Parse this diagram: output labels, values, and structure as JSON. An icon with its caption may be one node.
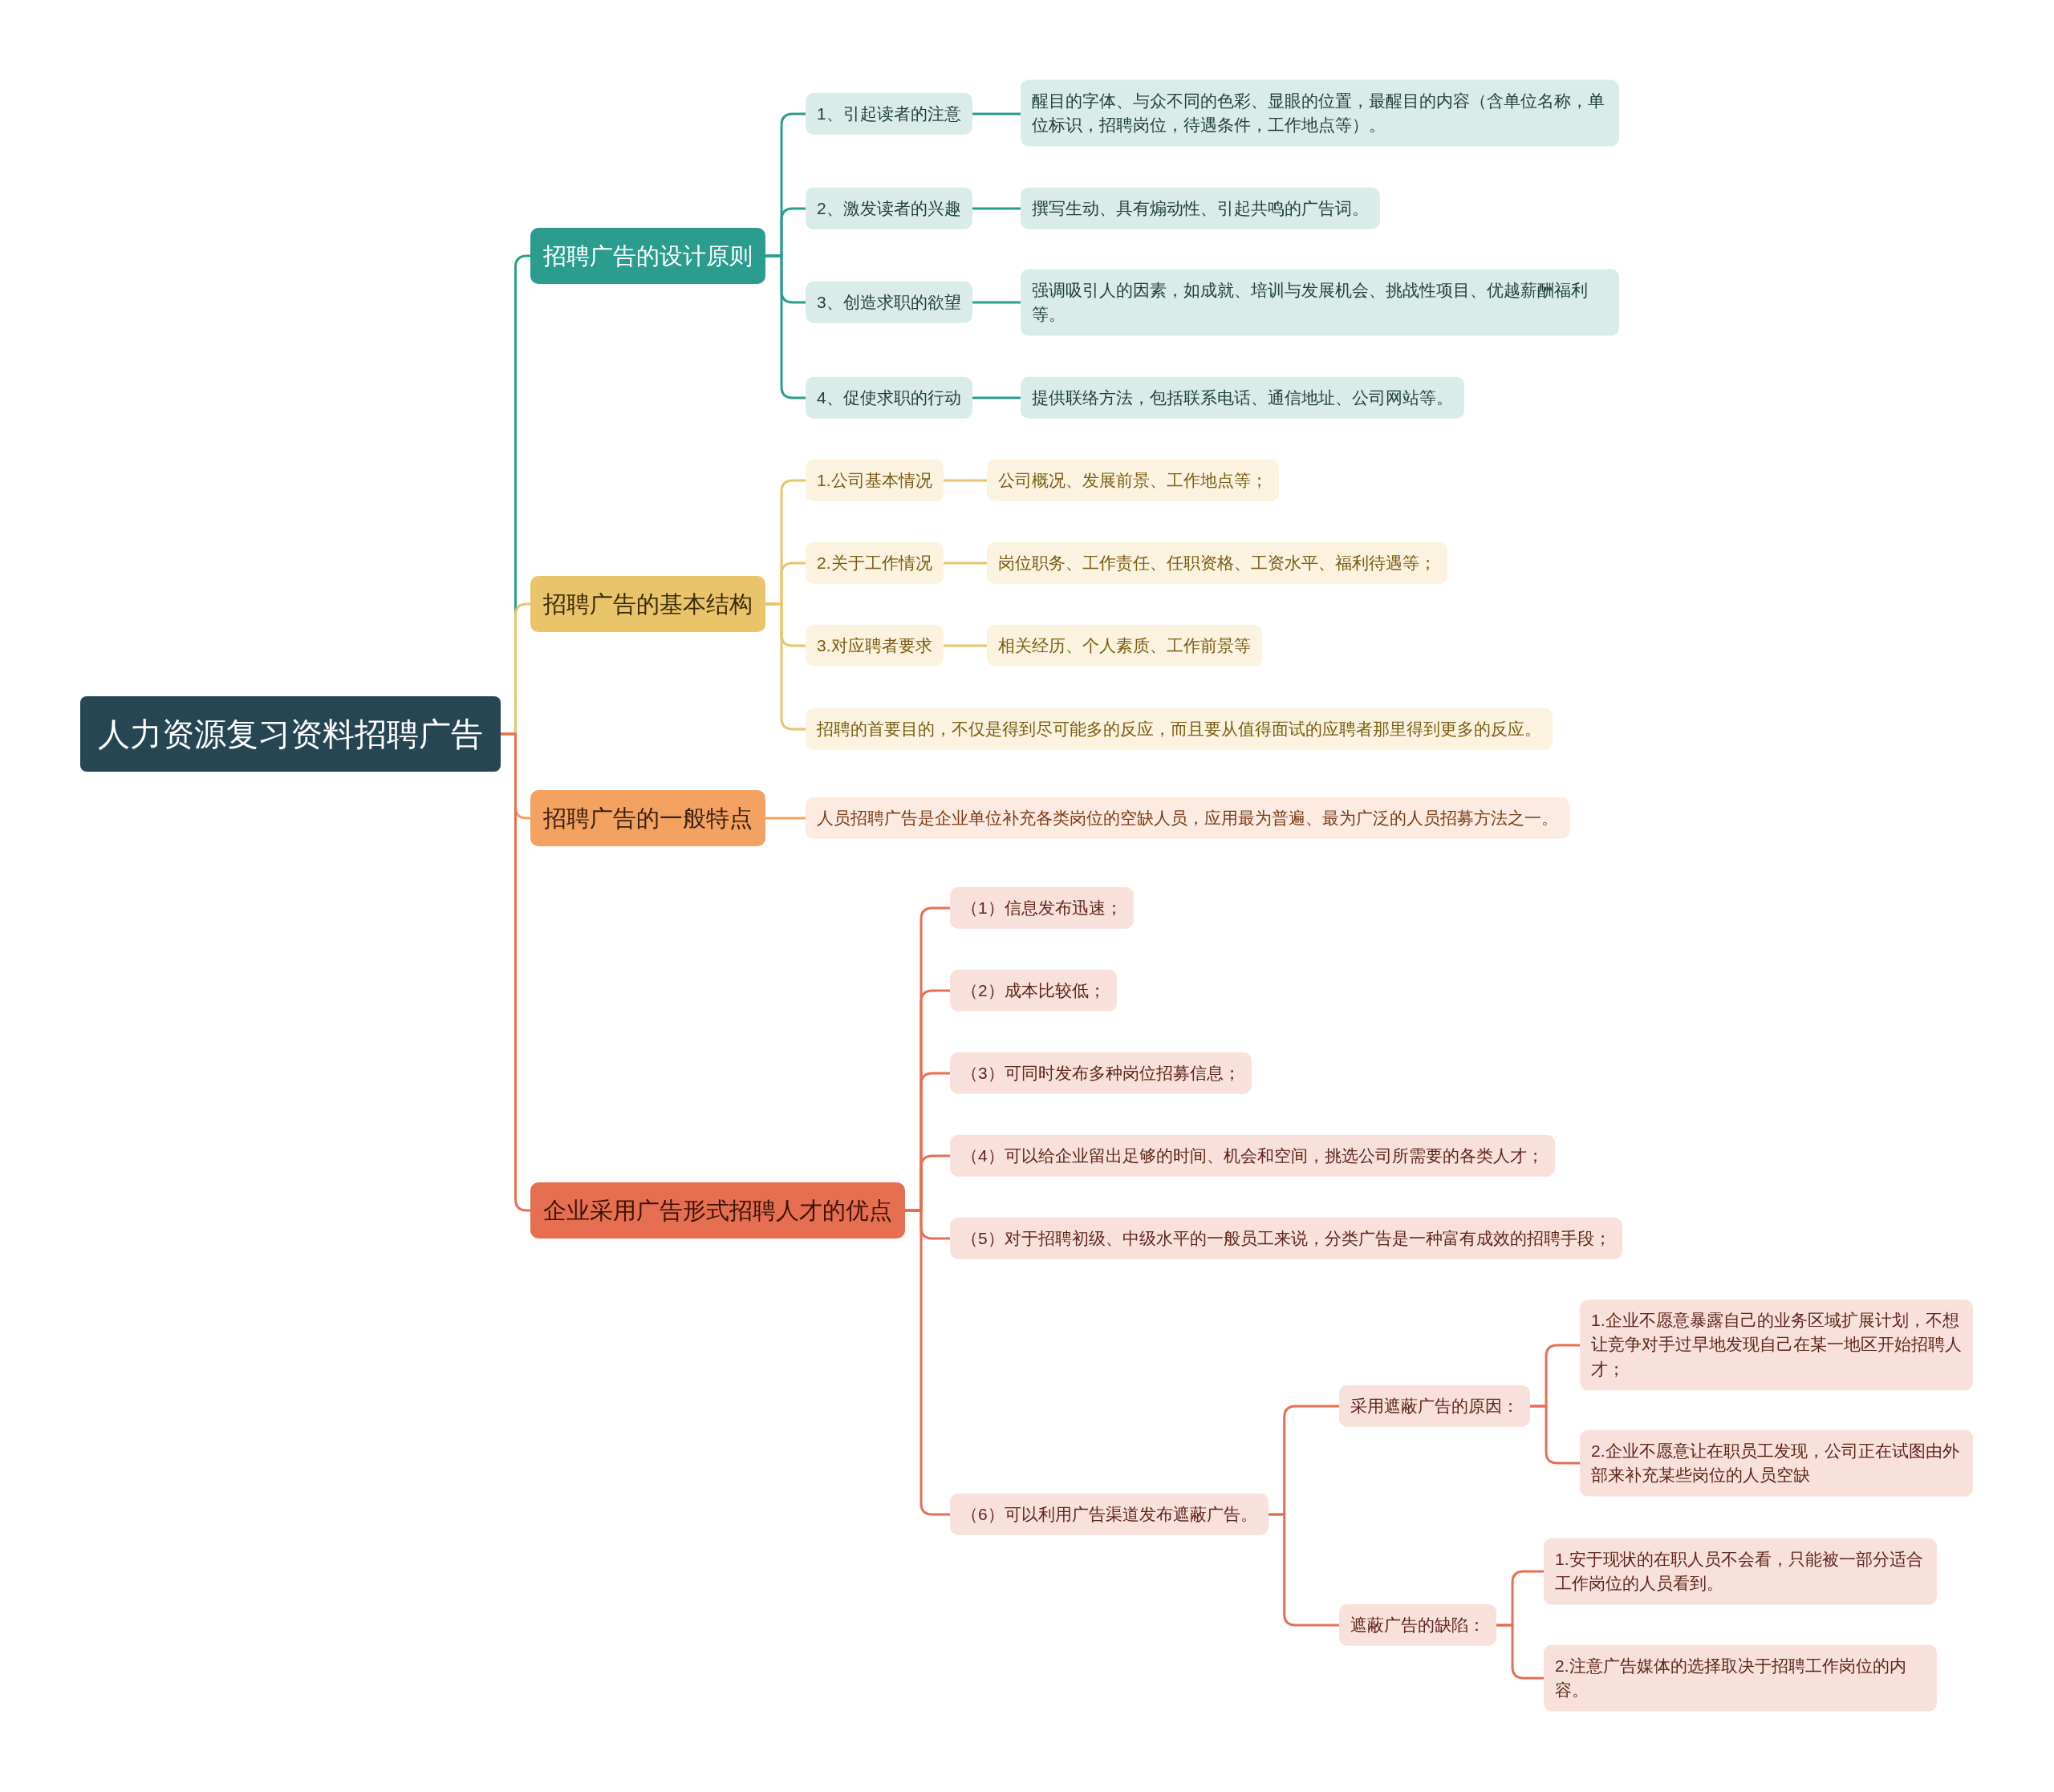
{
  "diagram": {
    "nodes": [
      {
        "text": [
          "人力资源复习资料招聘广告"
        ]
      },
      {
        "text": [
          "招聘广告的设计原则"
        ]
      },
      {
        "text": [
          "1、引起读者的注意"
        ]
      },
      {
        "text": [
          "醒目的字体、与众不同的色彩、显眼的位置，最醒目的内容（含单位名称，单位标识，招聘岗位，待遇条件，工作地点等）。"
        ]
      },
      {
        "text": [
          "2、激发读者的兴趣"
        ]
      },
      {
        "text": [
          "撰写生动、具有煽动性、引起共鸣的广告词。"
        ]
      },
      {
        "text": [
          "3、创造求职的欲望"
        ]
      },
      {
        "text": [
          "强调吸引人的因素，如成就、培训与发展机会、挑战性项目、优越薪酬福利等。"
        ]
      },
      {
        "text": [
          "4、促使求职的行动"
        ]
      },
      {
        "text": [
          "提供联络方法，包括联系电话、通信地址、公司网站等。"
        ]
      },
      {
        "text": [
          "招聘广告的基本结构"
        ]
      },
      {
        "text": [
          "1.公司基本情况"
        ]
      },
      {
        "text": [
          "公司概况、发展前景、工作地点等；"
        ]
      },
      {
        "text": [
          "2.关于工作情况"
        ]
      },
      {
        "text": [
          "岗位职务、工作责任、任职资格、工资水平、福利待遇等；"
        ]
      },
      {
        "text": [
          "3.对应聘者要求"
        ]
      },
      {
        "text": [
          "相关经历、个人素质、工作前景等"
        ]
      },
      {
        "text": [
          "招聘的首要目的，不仅是得到尽可能多的反应，而且要从值得面试的应聘者那里得到更多的反应。"
        ]
      },
      {
        "text": [
          "招聘广告的一般特点"
        ]
      },
      {
        "text": [
          "人员招聘广告是企业单位补充各类岗位的空缺人员，应用最为普遍、最为广泛的人员招募方法之一。"
        ]
      },
      {
        "text": [
          "企业采用广告形式招聘人才的优点"
        ]
      },
      {
        "text": [
          "（1）信息发布迅速；"
        ]
      },
      {
        "text": [
          "（2）成本比较低；"
        ]
      },
      {
        "text": [
          "（3）可同时发布多种岗位招募信息；"
        ]
      },
      {
        "text": [
          "（4）可以给企业留出足够的时间、机会和空间，挑选公司所需要的各类人才；"
        ]
      },
      {
        "text": [
          "（5）对于招聘初级、中级水平的一般员工来说，分类广告是一种富有成效的招聘手段；"
        ]
      },
      {
        "text": [
          "（6）可以利用广告渠道发布遮蔽广告。"
        ]
      },
      {
        "text": [
          "采用遮蔽广告的原因："
        ]
      },
      {
        "text": [
          "1.企业不愿意暴露自己的业务区域扩展计划，不想让竞争对手过早地发现自己在某一地区开始招聘人才；"
        ]
      },
      {
        "text": [
          "2.企业不愿意让在职员工发现，公司正在试图由外部来补充某些岗位的人员空缺"
        ]
      },
      {
        "text": [
          "遮蔽广告的缺陷："
        ]
      },
      {
        "text": [
          "1.安于现状的在职人员不会看，只能被一部分适合工作岗位的人员看到。"
        ]
      },
      {
        "text": [
          "2.注意广告媒体的选择取决于招聘工作岗位的内容。"
        ]
      }
    ],
    "edges": [
      {
        "from": 0,
        "to": 1,
        "arrow": "none",
        "color": "#2a9d8f"
      },
      {
        "from": 0,
        "to": 10,
        "arrow": "none",
        "color": "#e9c46a"
      },
      {
        "from": 0,
        "to": 18,
        "arrow": "none",
        "color": "#f4a261"
      },
      {
        "from": 0,
        "to": 20,
        "arrow": "none"
      },
      {
        "from": 1,
        "to": 2,
        "arrow": "none",
        "color": "#2a9d8f"
      },
      {
        "from": 1,
        "to": 4,
        "arrow": "none",
        "color": "#2a9d8f"
      },
      {
        "from": 1,
        "to": 6,
        "arrow": "none",
        "color": "#2a9d8f"
      },
      {
        "from": 1,
        "to": 8,
        "arrow": "none",
        "color": "#2a9d8f"
      },
      {
        "from": 2,
        "to": 3,
        "arrow": "none",
        "color": "#2a9d8f"
      },
      {
        "from": 4,
        "to": 5,
        "arrow": "none",
        "color": "#2a9d8f"
      },
      {
        "from": 6,
        "to": 7,
        "arrow": "none",
        "color": "#2a9d8f"
      },
      {
        "from": 8,
        "to": 9,
        "arrow": "none",
        "color": "#2a9d8f"
      },
      {
        "from": 10,
        "to": 11,
        "arrow": "none",
        "color": "#e9c46a"
      },
      {
        "from": 10,
        "to": 13,
        "arrow": "none",
        "color": "#e9c46a"
      },
      {
        "from": 10,
        "to": 15,
        "arrow": "none",
        "color": "#e9c46a"
      },
      {
        "from": 10,
        "to": 17,
        "arrow": "none",
        "color": "#e9c46a"
      },
      {
        "from": 11,
        "to": 12,
        "arrow": "none",
        "color": "#e9c46a"
      },
      {
        "from": 13,
        "to": 14,
        "arrow": "none",
        "color": "#e9c46a"
      },
      {
        "from": 15,
        "to": 16,
        "arrow": "none",
        "color": "#e9c46a"
      },
      {
        "from": 18,
        "to": 19,
        "arrow": "none",
        "color": "#f4a261"
      },
      {
        "from": 20,
        "to": 21,
        "arrow": "none"
      },
      {
        "from": 20,
        "to": 22,
        "arrow": "none"
      },
      {
        "from": 20,
        "to": 23,
        "arrow": "none"
      },
      {
        "from": 20,
        "to": 24,
        "arrow": "none"
      },
      {
        "from": 20,
        "to": 25,
        "arrow": "none"
      },
      {
        "from": 20,
        "to": 26,
        "arrow": "none"
      },
      {
        "from": 26,
        "to": 27,
        "arrow": "none"
      },
      {
        "from": 26,
        "to": 30,
        "arrow": "none"
      },
      {
        "from": 27,
        "to": 28,
        "arrow": "none"
      },
      {
        "from": 27,
        "to": 29,
        "arrow": "none"
      },
      {
        "from": 30,
        "to": 31,
        "arrow": "none"
      },
      {
        "from": 30,
        "to": 32,
        "arrow": "none"
      }
    ]
  }
}
